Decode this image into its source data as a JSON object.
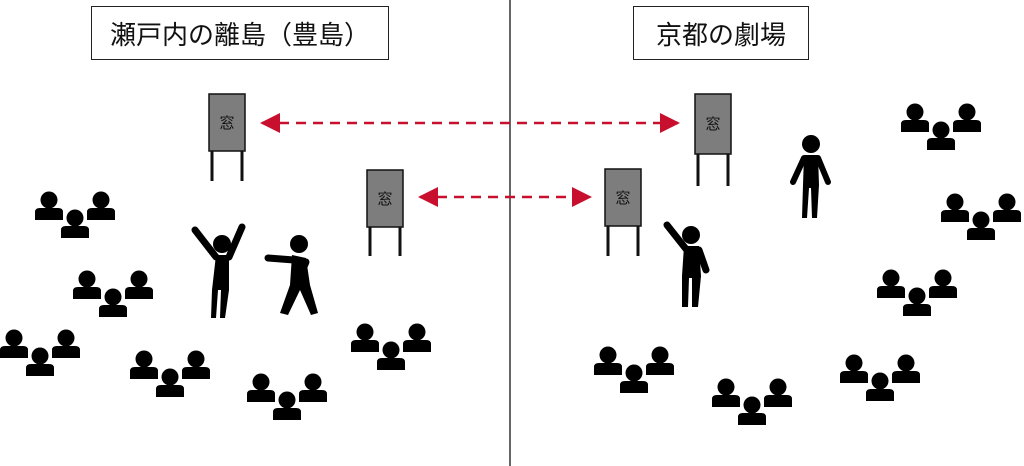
{
  "titles": {
    "left": "瀬戸内の離島（豊島）",
    "right": "京都の劇場"
  },
  "windows": [
    {
      "label": "窓"
    },
    {
      "label": "窓"
    },
    {
      "label": "窓"
    },
    {
      "label": "窓"
    }
  ],
  "colors": {
    "arrow": "#c8102e",
    "window_fill": "#7d7d7d",
    "figure": "#000000",
    "divider": "#333333"
  },
  "icons": [
    "audience-group-icon",
    "performer-icon",
    "window-stand-icon",
    "double-arrow-icon"
  ]
}
